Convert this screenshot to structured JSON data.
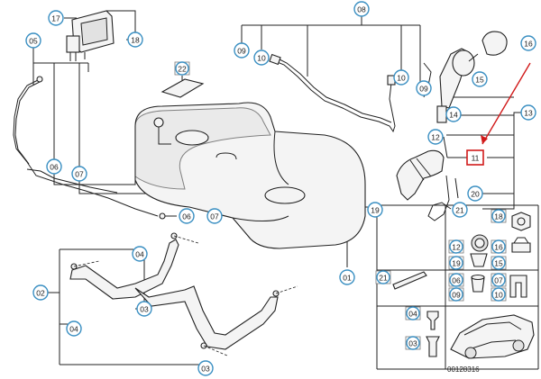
{
  "diagram": {
    "reference_id": "00128316",
    "highlight_color": "#d11a1a",
    "bubble_color": "#3a8fc2",
    "callouts": [
      {
        "id": "c17",
        "label": "17",
        "shape": "circle"
      },
      {
        "id": "c18a",
        "label": "18",
        "shape": "circle"
      },
      {
        "id": "c08",
        "label": "08",
        "shape": "circle"
      },
      {
        "id": "c05",
        "label": "05",
        "shape": "circle"
      },
      {
        "id": "c09a",
        "label": "09",
        "shape": "circle"
      },
      {
        "id": "c10a",
        "label": "10",
        "shape": "circle"
      },
      {
        "id": "c10b",
        "label": "10",
        "shape": "circle"
      },
      {
        "id": "c09b",
        "label": "09",
        "shape": "circle"
      },
      {
        "id": "c16",
        "label": "16",
        "shape": "circle"
      },
      {
        "id": "c15a",
        "label": "15",
        "shape": "circle"
      },
      {
        "id": "c22",
        "label": "22",
        "shape": "square"
      },
      {
        "id": "c14",
        "label": "14",
        "shape": "circle"
      },
      {
        "id": "c13",
        "label": "13",
        "shape": "circle"
      },
      {
        "id": "c12a",
        "label": "12",
        "shape": "circle"
      },
      {
        "id": "c11",
        "label": "11",
        "shape": "highlight"
      },
      {
        "id": "c06a",
        "label": "06",
        "shape": "circle"
      },
      {
        "id": "c07a",
        "label": "07",
        "shape": "circle"
      },
      {
        "id": "c20",
        "label": "20",
        "shape": "circle"
      },
      {
        "id": "c19a",
        "label": "19",
        "shape": "circle"
      },
      {
        "id": "c21a",
        "label": "21",
        "shape": "circle"
      },
      {
        "id": "c06b",
        "label": "06",
        "shape": "circle"
      },
      {
        "id": "c07b",
        "label": "07",
        "shape": "circle"
      },
      {
        "id": "c04a",
        "label": "04",
        "shape": "circle"
      },
      {
        "id": "c01",
        "label": "01",
        "shape": "circle"
      },
      {
        "id": "c18b",
        "label": "18",
        "shape": "square"
      },
      {
        "id": "c12b",
        "label": "12",
        "shape": "square"
      },
      {
        "id": "c19b",
        "label": "19",
        "shape": "square"
      },
      {
        "id": "c16b",
        "label": "16",
        "shape": "square"
      },
      {
        "id": "c15b",
        "label": "15",
        "shape": "square"
      },
      {
        "id": "c02",
        "label": "02",
        "shape": "circle"
      },
      {
        "id": "c21b",
        "label": "21",
        "shape": "square"
      },
      {
        "id": "c06c",
        "label": "06",
        "shape": "square"
      },
      {
        "id": "c09c",
        "label": "09",
        "shape": "square"
      },
      {
        "id": "c07c",
        "label": "07",
        "shape": "square"
      },
      {
        "id": "c10c",
        "label": "10",
        "shape": "square"
      },
      {
        "id": "c03a",
        "label": "03",
        "shape": "circle"
      },
      {
        "id": "c04b",
        "label": "04",
        "shape": "circle"
      },
      {
        "id": "c04c",
        "label": "04",
        "shape": "square"
      },
      {
        "id": "c03b",
        "label": "03",
        "shape": "square"
      },
      {
        "id": "c03c",
        "label": "03",
        "shape": "circle"
      }
    ]
  }
}
